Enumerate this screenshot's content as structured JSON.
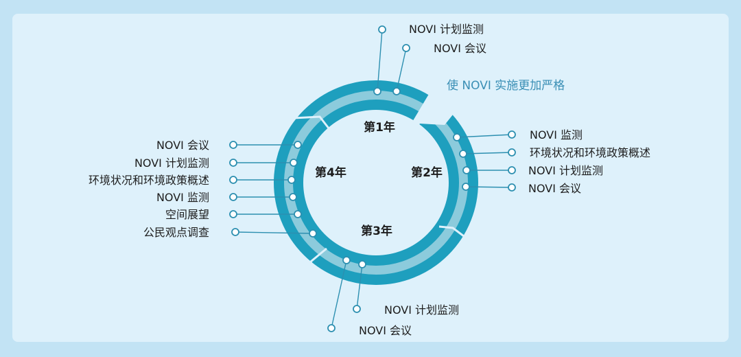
{
  "colors": {
    "background": "#c2e3f4",
    "panel": "#def1fb",
    "ring_dark": "#1e9fbe",
    "ring_light": "#8ccbdc",
    "accent_text": "#3a8fb5",
    "text": "#1d1d1d"
  },
  "diagram": {
    "accent_label": "使 NOVI 实施更加严格",
    "years": {
      "y1": "第1年",
      "y2": "第2年",
      "y3": "第3年",
      "y4": "第4年"
    },
    "year1": [
      "NOVI 计划监测",
      "NOVI 会议"
    ],
    "year2": [
      "NOVI 监测",
      "环境状况和环境政策概述",
      "NOVI 计划监测",
      "NOVI 会议"
    ],
    "year3": [
      "NOVI 计划监测",
      "NOVI 会议"
    ],
    "year4": [
      "NOVI 会议",
      "NOVI 计划监测",
      "环境状况和环境政策概述",
      "NOVI 监测",
      "空间展望",
      "公民观点调查"
    ]
  }
}
